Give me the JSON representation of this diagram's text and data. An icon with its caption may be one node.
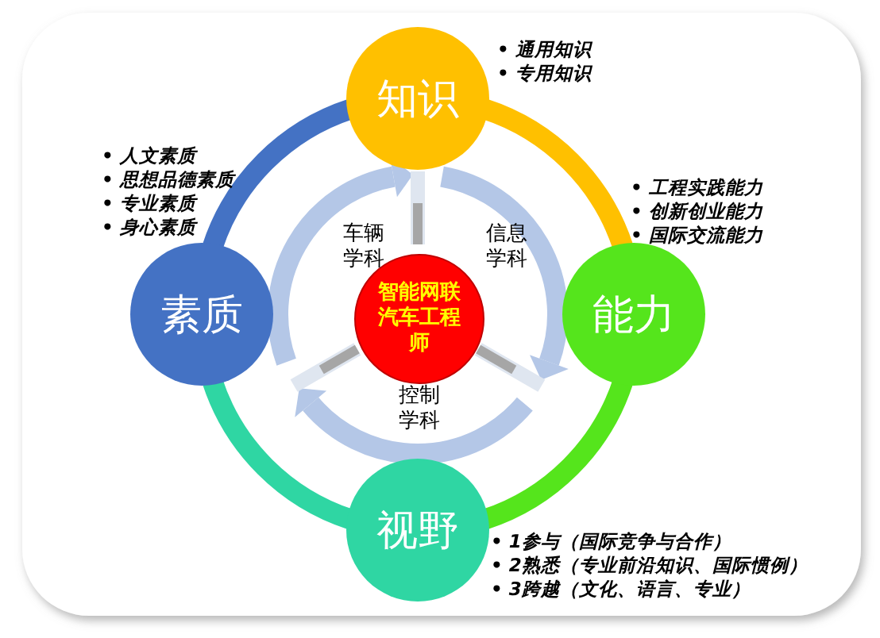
{
  "diagram": {
    "nodes": [
      {
        "text": [
          "知识"
        ],
        "beside": [
          "• 通用知识",
          "• 专用知识"
        ]
      },
      {
        "text": [
          "能力"
        ],
        "beside": [
          "• 工程实践能力",
          "• 创新创业能力",
          "• 国际交流能力"
        ]
      },
      {
        "text": [
          "视野"
        ],
        "beside": [
          "• 1参与（国际竞争与合作）",
          "• 2熟悉（专业前沿知识、国际惯例）",
          "• 3跨越（文化、语言、专业）"
        ]
      },
      {
        "text": [
          "素质"
        ],
        "beside": [
          "• 人文素质",
          "• 思想品德素质",
          "• 专业素质",
          "• 身心素质"
        ]
      },
      {
        "text": [
          "智能网联汽车工程师"
        ]
      }
    ],
    "edges": [
      {
        "from": 3,
        "to": 0,
        "arrow": "none",
        "color": "#4472c4"
      },
      {
        "from": 0,
        "to": 1,
        "arrow": "none",
        "color": "#ffc000"
      },
      {
        "from": 1,
        "to": 2,
        "arrow": "none",
        "color": "#55e51c"
      },
      {
        "from": 2,
        "to": 3,
        "arrow": "none",
        "color": "#2fd6a3"
      }
    ],
    "labels": [
      "车辆学科",
      "信息学科",
      "控制学科"
    ]
  }
}
